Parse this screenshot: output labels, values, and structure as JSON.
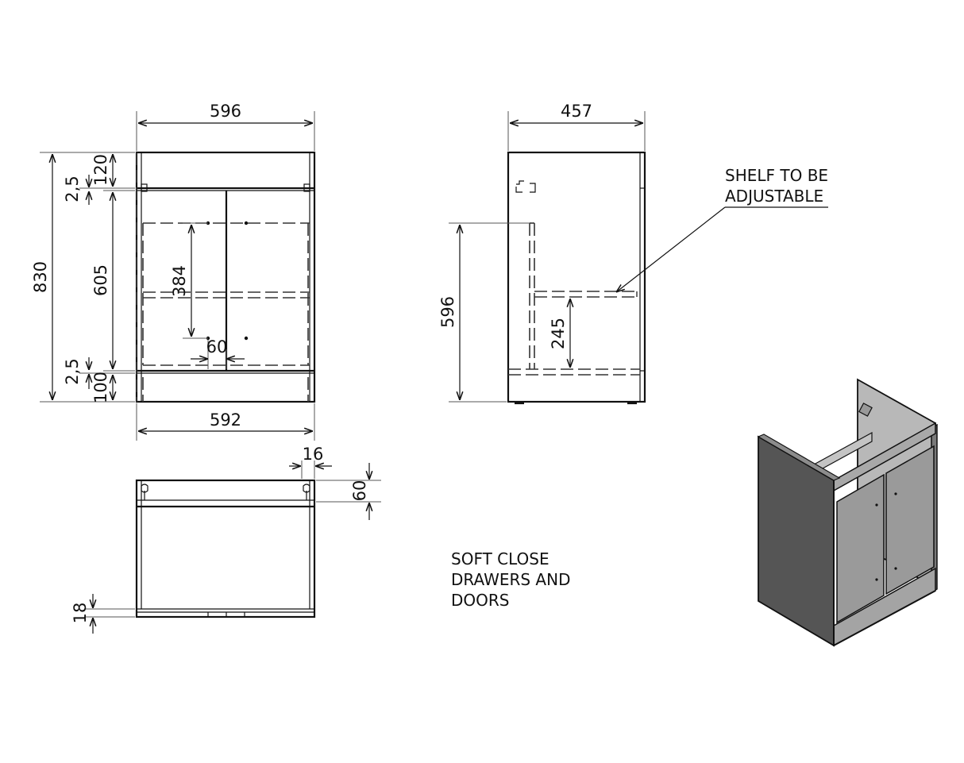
{
  "dimensions": {
    "front_width_top": "596",
    "front_width_bottom": "592",
    "front_height_total": "830",
    "front_height_body": "605",
    "front_top_rail": "120",
    "front_gap_top": "2,5",
    "front_gap_bottom": "2,5",
    "front_plinth": "100",
    "front_handle_spacing": "384",
    "front_handle_offset": "60",
    "side_depth": "457",
    "side_internal_height": "596",
    "side_shelf_height": "245",
    "plan_panel_thickness": "16",
    "plan_rail_depth": "60",
    "plan_door_thickness": "18"
  },
  "notes": {
    "shelf_line1": "SHELF TO BE",
    "shelf_line2": "ADJUSTABLE",
    "soft_close_line1": "SOFT CLOSE",
    "soft_close_line2": "DRAWERS AND",
    "soft_close_line3": "DOORS"
  },
  "colors": {
    "line": "#111111",
    "iso_side_dark": "#4a4a4a",
    "iso_front_grey": "#9a9a9a",
    "iso_inner_grey": "#b5b5b5"
  }
}
